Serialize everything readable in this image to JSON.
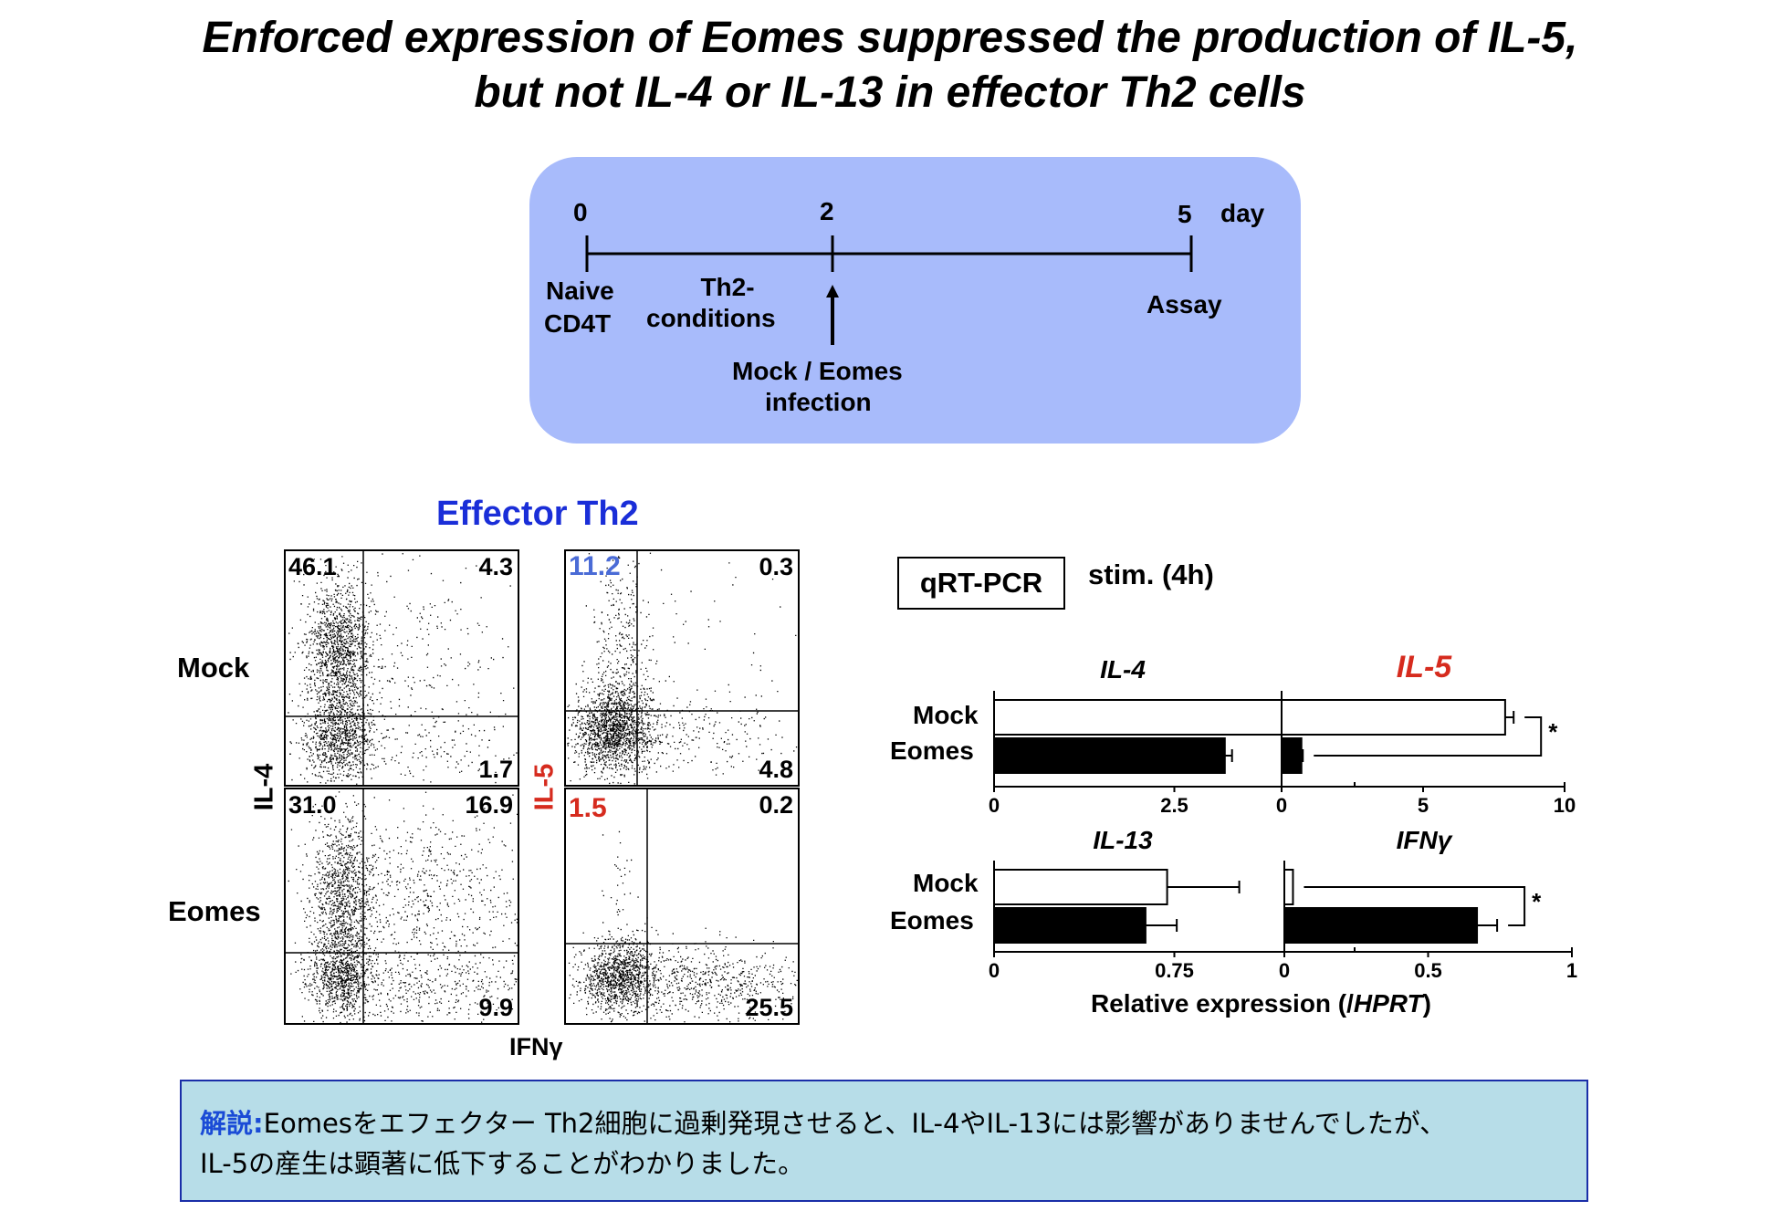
{
  "title": {
    "line1": "Enforced expression of Eomes suppressed the production of IL-5,",
    "line2": "but not IL-4 or IL-13 in effector Th2 cells"
  },
  "timeline": {
    "day0": "0",
    "day2": "2",
    "day5": "5",
    "day_unit": "day",
    "start_label_1": "Naive",
    "start_label_2": "CD4T",
    "cond_label_1": "Th2-",
    "cond_label_2": "conditions",
    "infect_label_1": "Mock / Eomes",
    "infect_label_2": "infection",
    "assay_label": "Assay"
  },
  "flow": {
    "section_title": "Effector Th2",
    "row_labels": [
      "Mock",
      "Eomes"
    ],
    "y_labels": [
      "IL-4",
      "IL-5"
    ],
    "x_label": "IFNγ",
    "panels": [
      {
        "ul": "46.1",
        "ur": "4.3",
        "lr": "1.7"
      },
      {
        "ul": "11.2",
        "ur": "0.3",
        "lr": "4.8"
      },
      {
        "ul": "31.0",
        "ur": "16.9",
        "lr": "9.9"
      },
      {
        "ul": "1.5",
        "ur": "0.2",
        "lr": "25.5"
      }
    ]
  },
  "qpcr": {
    "box_label": "qRT-PCR",
    "stim_label": "stim. (4h)",
    "row_labels": [
      "Mock",
      "Eomes"
    ],
    "xlabel_prefix": "Relative expression (/",
    "xlabel_ital": "HPRT",
    "xlabel_suffix": ")",
    "sig": "*"
  },
  "chart_data": [
    {
      "type": "bar",
      "title": "IL-4",
      "categories": [
        "Mock",
        "Eomes"
      ],
      "values": [
        4.0,
        3.2
      ],
      "errors": [
        0.12,
        0.1
      ],
      "xlim": [
        0,
        5
      ],
      "ticks": [
        "0",
        "2.5"
      ],
      "significant": false
    },
    {
      "type": "bar",
      "title": "IL-5",
      "categories": [
        "Mock",
        "Eomes"
      ],
      "values": [
        7.9,
        0.7
      ],
      "errors": [
        0.3,
        0.05
      ],
      "xlim": [
        0,
        10
      ],
      "ticks": [
        "0",
        "5",
        "10"
      ],
      "significant": true
    },
    {
      "type": "bar",
      "title": "IL-13",
      "categories": [
        "Mock",
        "Eomes"
      ],
      "values": [
        0.72,
        0.63
      ],
      "errors": [
        0.3,
        0.13
      ],
      "xlim": [
        0,
        1.5
      ],
      "ticks": [
        "0",
        "0.75"
      ],
      "significant": false
    },
    {
      "type": "bar",
      "title": "IFNγ",
      "categories": [
        "Mock",
        "Eomes"
      ],
      "values": [
        0.03,
        0.67
      ],
      "errors": [
        0.0,
        0.07
      ],
      "xlim": [
        0,
        1
      ],
      "ticks": [
        "0",
        "0.5",
        "1"
      ],
      "significant": true
    }
  ],
  "note": {
    "label": "解説",
    "sep": ":",
    "text_1": "Eomesをエフェクター Th2細胞に過剰発現させると、IL-4やIL-13には影響がありませんでしたが、",
    "text_2": "IL-5の産生は顕著に低下することがわかりました。"
  },
  "colors": {
    "timeline_bg": "#a8bbfb",
    "title_blue": "#1a2ed8",
    "il5_red": "#d62b1e",
    "il5_light": "#4a6bd6",
    "note_bg": "#b7dde8"
  }
}
